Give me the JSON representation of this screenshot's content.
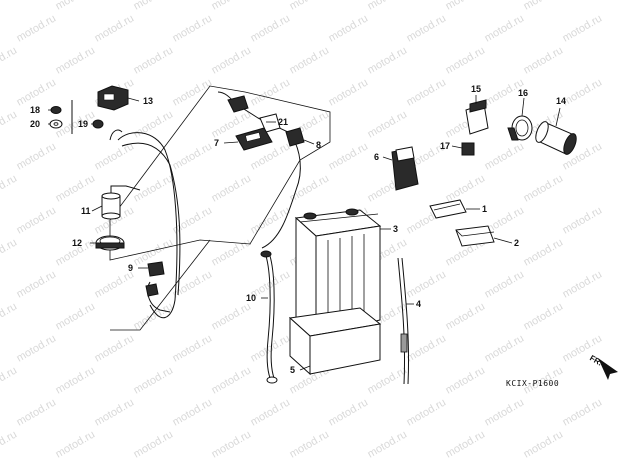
{
  "watermark": {
    "text": "motod.ru",
    "color": "#d9d9d9"
  },
  "callouts": [
    {
      "id": "1",
      "label": "1"
    },
    {
      "id": "2",
      "label": "2"
    },
    {
      "id": "3",
      "label": "3"
    },
    {
      "id": "4",
      "label": "4"
    },
    {
      "id": "5",
      "label": "5"
    },
    {
      "id": "6",
      "label": "6"
    },
    {
      "id": "7",
      "label": "7"
    },
    {
      "id": "8",
      "label": "8"
    },
    {
      "id": "9",
      "label": "9"
    },
    {
      "id": "10",
      "label": "10"
    },
    {
      "id": "11",
      "label": "11"
    },
    {
      "id": "12",
      "label": "12"
    },
    {
      "id": "13",
      "label": "13"
    },
    {
      "id": "14",
      "label": "14"
    },
    {
      "id": "15",
      "label": "15"
    },
    {
      "id": "16",
      "label": "16"
    },
    {
      "id": "17",
      "label": "17"
    },
    {
      "id": "18",
      "label": "18"
    },
    {
      "id": "19",
      "label": "19"
    },
    {
      "id": "20",
      "label": "20"
    },
    {
      "id": "21",
      "label": "21"
    }
  ],
  "diagram_code": "KCIX-P1600",
  "direction_marker": "FR."
}
